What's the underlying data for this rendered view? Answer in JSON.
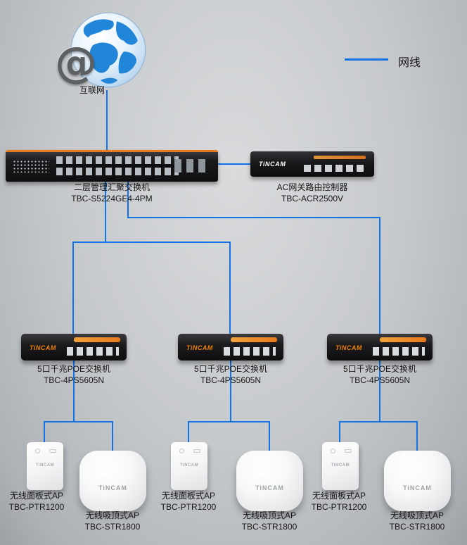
{
  "legend": {
    "label": "网线"
  },
  "internet": {
    "label": "互联网",
    "symbol": "@"
  },
  "core_switch": {
    "name": "二层管理汇聚交换机",
    "model": "TBC-S5224GE4-4PM"
  },
  "ac_controller": {
    "name": "AC网关路由控制器",
    "model": "TBC-ACR2500V",
    "brand": "TiNCAM"
  },
  "poe_switches": [
    {
      "name": "5口千兆POE交换机",
      "model": "TBC-4PS5605N",
      "brand": "TiNCAM"
    },
    {
      "name": "5口千兆POE交换机",
      "model": "TBC-4PS5605N",
      "brand": "TiNCAM"
    },
    {
      "name": "5口千兆POE交换机",
      "model": "TBC-4PS5605N",
      "brand": "TiNCAM"
    }
  ],
  "wall_aps": [
    {
      "name": "无线面板式AP",
      "model": "TBC-PTR1200",
      "brand": "TiNCAM"
    },
    {
      "name": "无线面板式AP",
      "model": "TBC-PTR1200",
      "brand": "TiNCAM"
    },
    {
      "name": "无线面板式AP",
      "model": "TBC-PTR1200",
      "brand": "TiNCAM"
    }
  ],
  "ceiling_aps": [
    {
      "name": "无线吸顶式AP",
      "model": "TBC-STR1800",
      "brand": "TiNCAM"
    },
    {
      "name": "无线吸顶式AP",
      "model": "TBC-STR1800",
      "brand": "TiNCAM"
    },
    {
      "name": "无线吸顶式AP",
      "model": "TBC-STR1800",
      "brand": "TiNCAM"
    }
  ]
}
